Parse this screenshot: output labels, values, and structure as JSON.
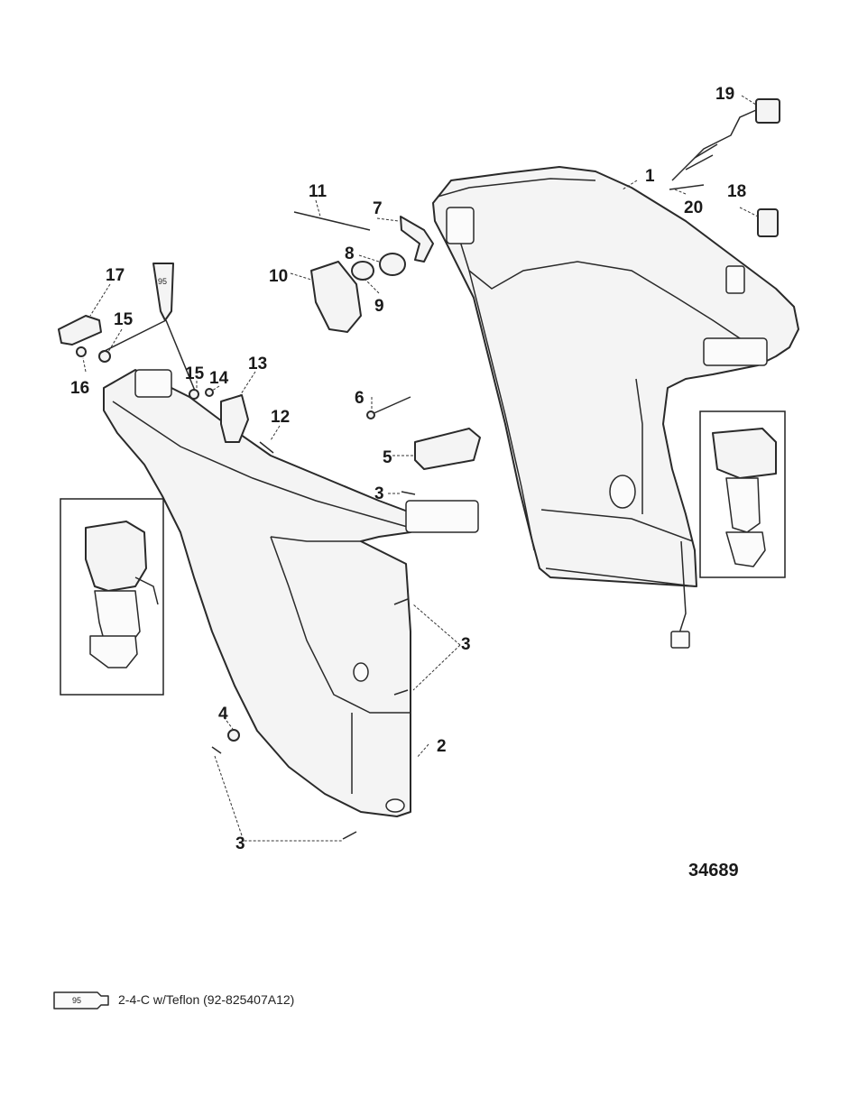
{
  "diagram_id": "34689",
  "callouts": {
    "c1": "1",
    "c2": "2",
    "c3a": "3",
    "c3b": "3",
    "c3c": "3",
    "c4": "4",
    "c5": "5",
    "c6": "6",
    "c7": "7",
    "c8": "8",
    "c9": "9",
    "c10": "10",
    "c11": "11",
    "c12": "12",
    "c13": "13",
    "c14": "14",
    "c15a": "15",
    "c15b": "15",
    "c16": "16",
    "c17": "17",
    "c18": "18",
    "c19": "19",
    "c20": "20"
  },
  "sealant_tube_label": "95",
  "legend": {
    "tube_label": "95",
    "text": "2-4-C w/Teflon (92-825407A12)"
  }
}
